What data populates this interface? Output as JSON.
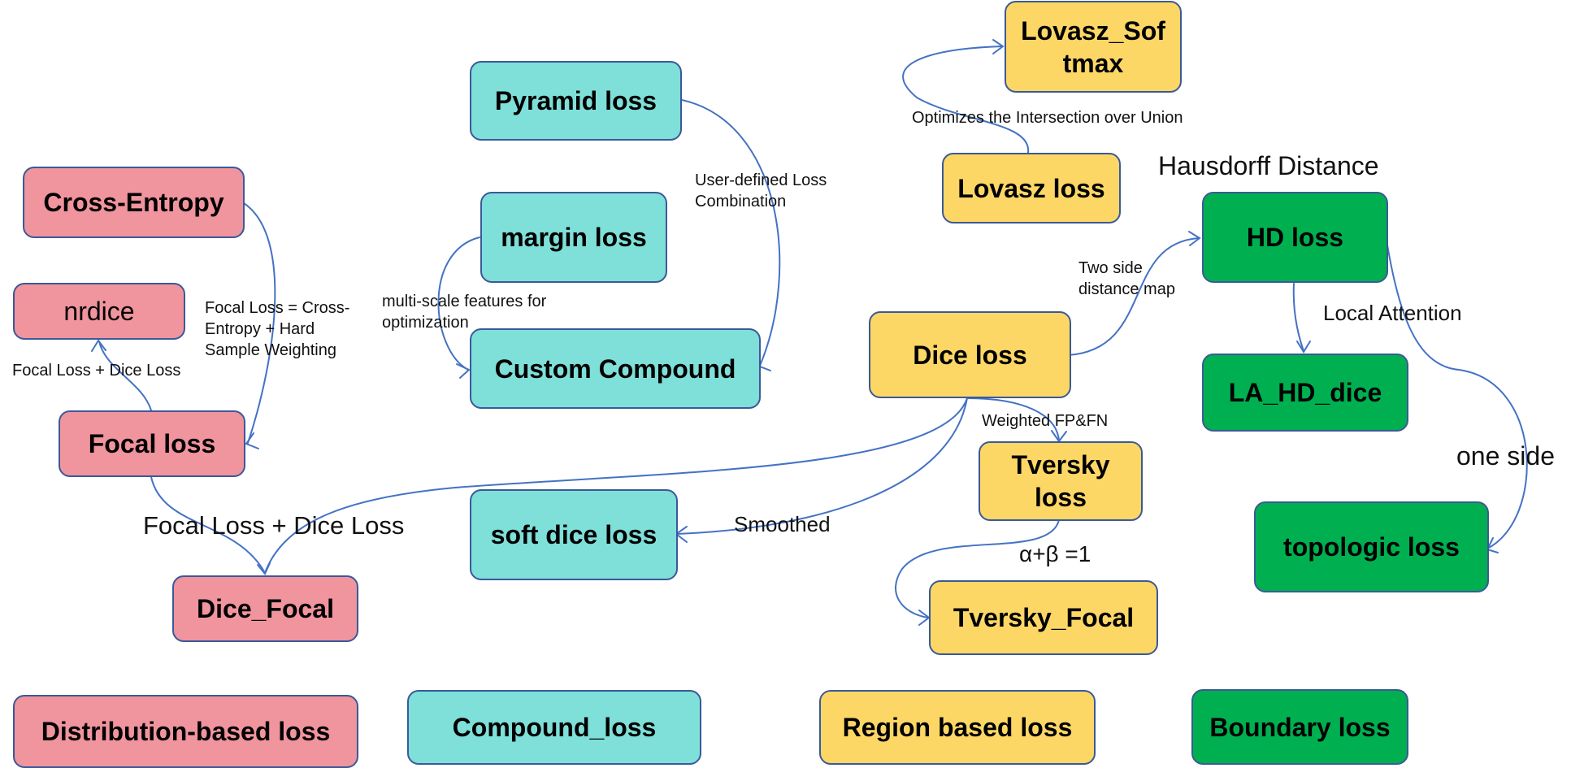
{
  "nodes": {
    "cross_entropy": "Cross-Entropy",
    "nrdice": "nrdice",
    "focal_loss": "Focal loss",
    "dice_focal": "Dice_Focal",
    "pyramid_loss": "Pyramid loss",
    "margin_loss": "margin loss",
    "custom_compound": "Custom Compound",
    "soft_dice_loss": "soft dice loss",
    "lovasz_softmax": "Lovasz_Sof\ntmax",
    "lovasz_loss": "Lovasz loss",
    "dice_loss": "Dice loss",
    "tversky_loss": "Tversky\nloss",
    "tversky_focal": "Tversky_Focal",
    "hd_loss": "HD loss",
    "la_hd_dice": "LA_HD_dice",
    "topologic_loss": "topologic loss"
  },
  "legend": {
    "distribution": "Distribution-based loss",
    "compound": "Compound_loss",
    "region": "Region based loss",
    "boundary": "Boundary loss"
  },
  "edge_labels": {
    "focal_eq": "Focal Loss = Cross-\nEntropy + Hard\nSample Weighting",
    "focal_dice_small": "Focal Loss + Dice Loss",
    "focal_dice_large": "Focal Loss + Dice Loss",
    "multi_scale": "multi-scale features for\noptimization",
    "user_defined": "User-defined Loss\nCombination",
    "optimizes_iou": "Optimizes the Intersection over Union",
    "hausdorff": "Hausdorff Distance",
    "two_side": "Two side\ndistance map",
    "local_attention": "Local Attention",
    "weighted": "Weighted FP&FN",
    "smoothed": "Smoothed",
    "alpha_beta": "α+β =1",
    "one_side": "one side"
  },
  "colors": {
    "distribution": "#f0949e",
    "compound": "#7fdfd9",
    "region": "#fdd766",
    "boundary": "#00b050",
    "border": "#3b5998",
    "edge": "#4472c4"
  }
}
